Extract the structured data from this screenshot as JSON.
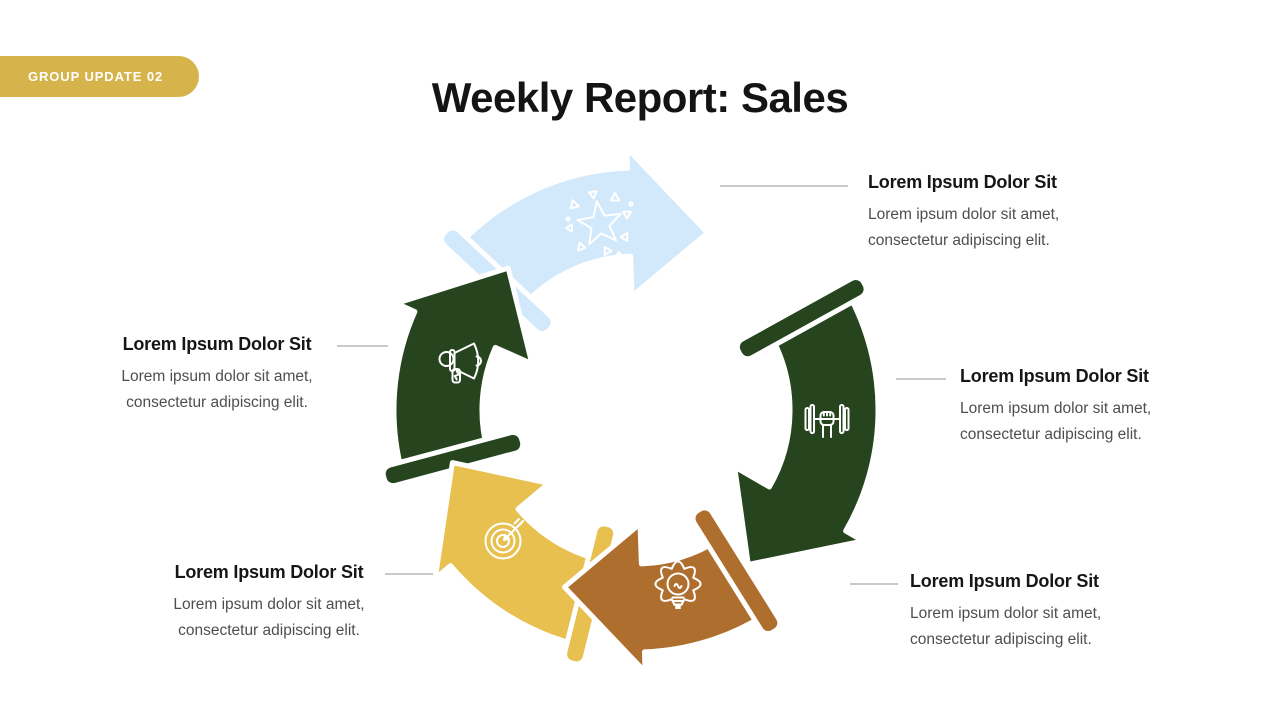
{
  "slide": {
    "badge": {
      "label": "GROUP UPDATE 02",
      "bg_color": "#d7b34c",
      "text_color": "#ffffff"
    },
    "title": "Weekly Report: Sales",
    "background_color": "#ffffff",
    "connector_color": "#c9c9c9"
  },
  "diagram": {
    "type": "cycle-arrows",
    "outline_color": "#ffffff",
    "steps": [
      {
        "label": "step-1",
        "color": "#d2e8fb",
        "icon": "star-sparkle-icon"
      },
      {
        "label": "step-2",
        "color": "#26451f",
        "icon": "dumbbell-icon"
      },
      {
        "label": "step-3",
        "color": "#ae6e2e",
        "icon": "lightbulb-icon"
      },
      {
        "label": "step-4",
        "color": "#e7c04f",
        "icon": "target-arrow-icon"
      },
      {
        "label": "step-5",
        "color": "#26451f",
        "icon": "megaphone-icon"
      }
    ]
  },
  "callouts": [
    {
      "position": "top-right",
      "heading": "Lorem Ipsum Dolor Sit",
      "body": "Lorem ipsum dolor sit amet, consectetur adipiscing elit."
    },
    {
      "position": "right",
      "heading": "Lorem Ipsum Dolor Sit",
      "body": "Lorem ipsum dolor sit amet, consectetur adipiscing elit."
    },
    {
      "position": "bottom-right",
      "heading": "Lorem Ipsum Dolor Sit",
      "body": "Lorem ipsum dolor sit amet, consectetur adipiscing elit."
    },
    {
      "position": "bottom-left",
      "heading": "Lorem Ipsum Dolor Sit",
      "body": "Lorem ipsum dolor sit amet, consectetur adipiscing elit."
    },
    {
      "position": "left",
      "heading": "Lorem Ipsum Dolor Sit",
      "body": "Lorem ipsum dolor sit amet, consectetur adipiscing elit."
    }
  ]
}
